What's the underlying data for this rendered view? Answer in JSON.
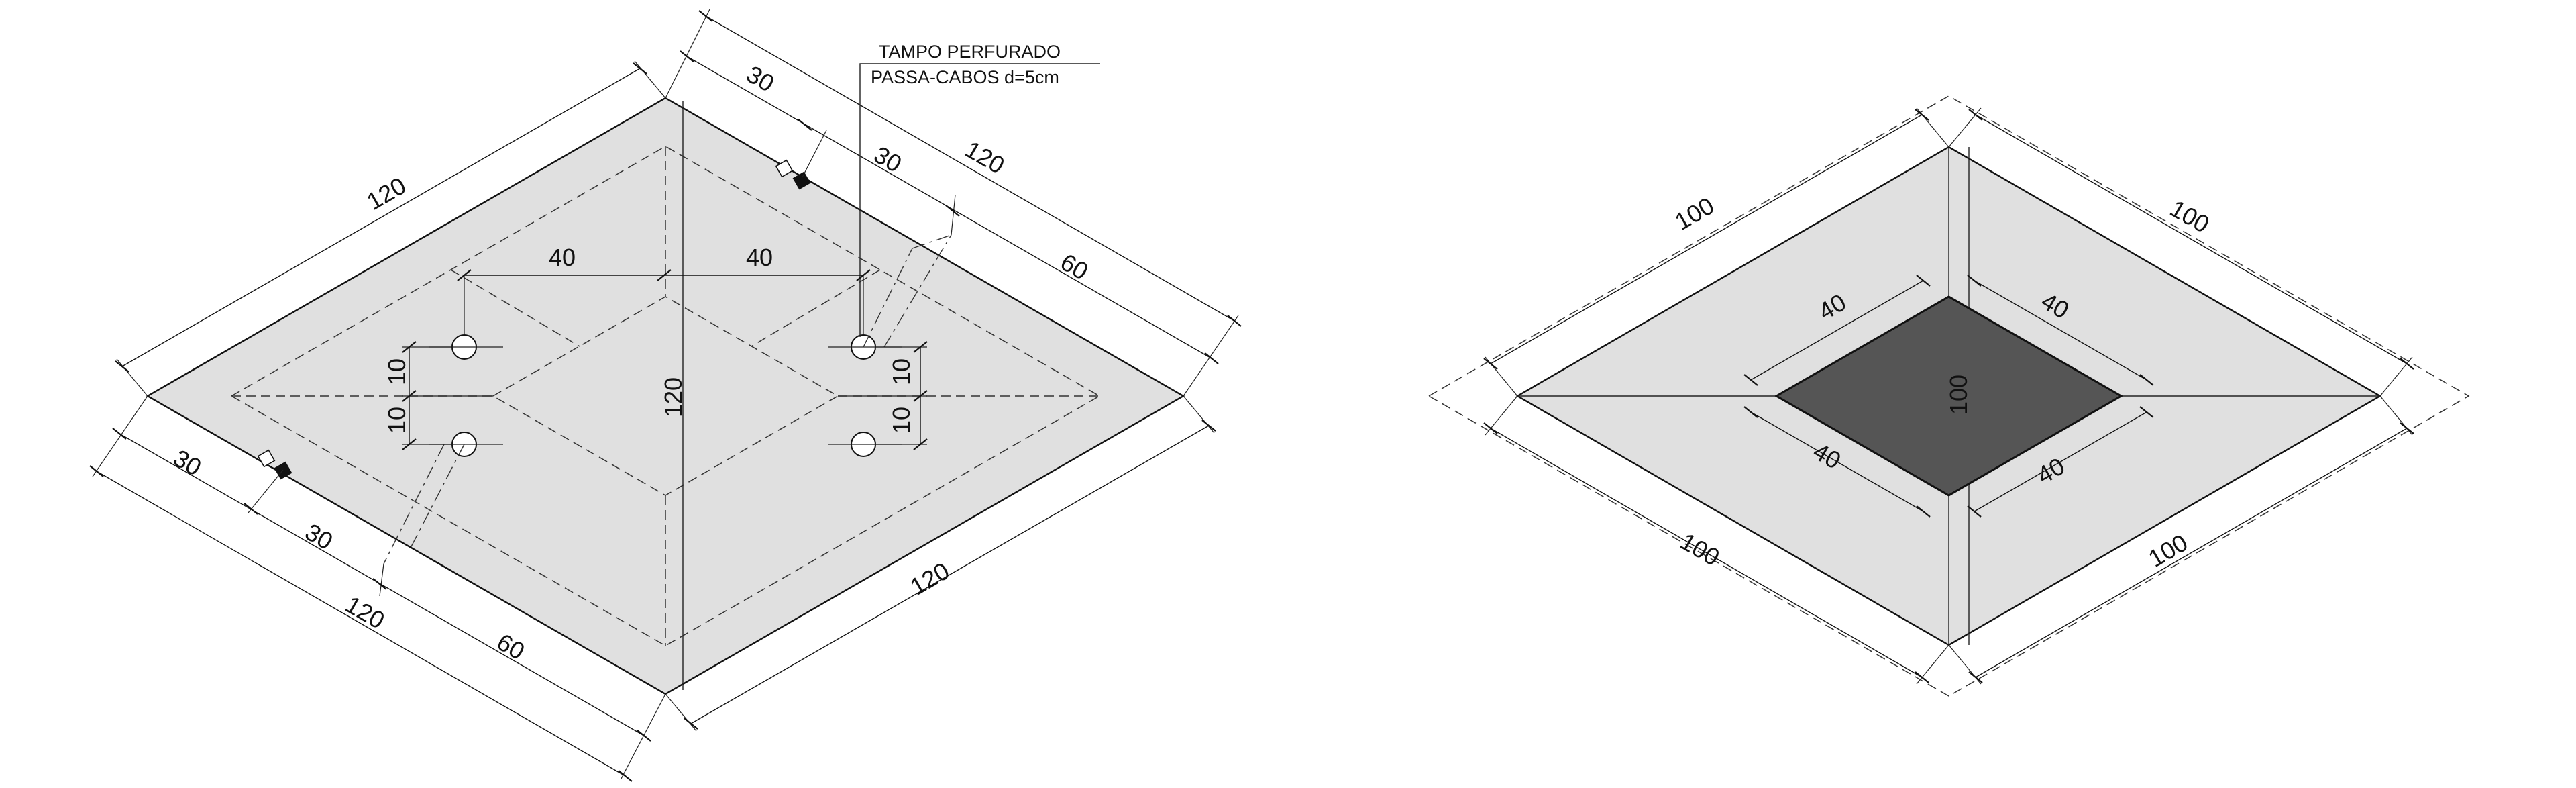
{
  "colors": {
    "panel_fill": "#e0e0e0",
    "recess_fill": "#555555",
    "line": "#111111",
    "background": "#ffffff"
  },
  "left_view": {
    "callout": {
      "line1": "TAMPO PERFURADO",
      "line2": "PASSA-CABOS  d=5cm"
    },
    "dims": {
      "top_left_edge": "120",
      "top_right_overall": "120",
      "top_right_seg_a": "30",
      "top_right_seg_b": "30",
      "top_right_seg_c": "60",
      "bottom_right_edge": "120",
      "bottom_left_overall": "120",
      "bottom_left_seg_a": "30",
      "bottom_left_seg_b": "30",
      "bottom_left_seg_c": "60",
      "center_height": "120",
      "half_width_left": "40",
      "half_width_right": "40",
      "hole_left_upper": "10",
      "hole_left_lower": "10",
      "hole_right_upper": "10",
      "hole_right_lower": "10"
    }
  },
  "right_view": {
    "dims": {
      "outer_top_left": "100",
      "outer_top_right": "100",
      "outer_bottom_left": "100",
      "outer_bottom_right": "100",
      "inner_top_left": "40",
      "inner_top_right": "40",
      "inner_bottom_left": "40",
      "inner_bottom_right": "40",
      "center_height": "100"
    }
  }
}
